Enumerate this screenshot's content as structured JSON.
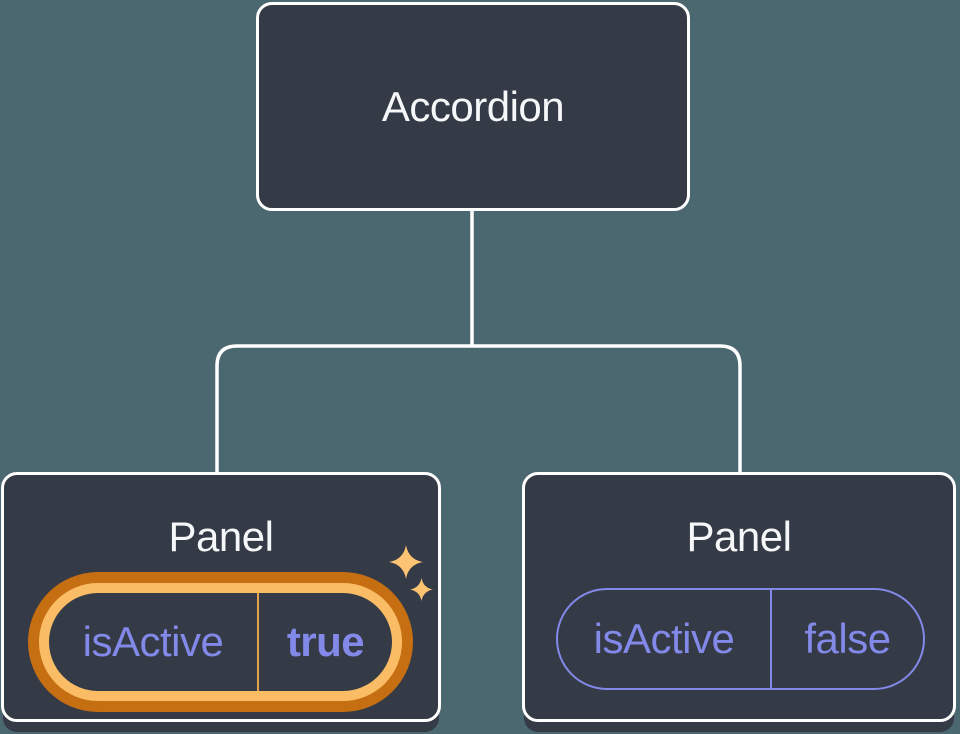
{
  "diagram_title": "Component tree: Accordion with two Panel children",
  "colors": {
    "background": "#4b6770",
    "node_fill": "#343a46",
    "node_border": "#ffffff",
    "connector": "#ffffff",
    "heading_text": "#f6f7f9",
    "prop_text_purple": "#8389e8",
    "highlight_ring_dark_orange": "#c66e12",
    "highlight_ring_light_orange": "#fabd66",
    "highlight_divider_orange": "#e2a14b",
    "sparkle_orange": "#fbc372"
  },
  "tree": {
    "root": {
      "label": "Accordion"
    },
    "panels": [
      {
        "label": "Panel",
        "prop_name": "isActive",
        "prop_value": "true",
        "state": "active-highlighted",
        "sparkles": true
      },
      {
        "label": "Panel",
        "prop_name": "isActive",
        "prop_value": "false",
        "state": "inactive",
        "sparkles": false
      }
    ]
  },
  "icons": {
    "sparkle": "✦"
  }
}
